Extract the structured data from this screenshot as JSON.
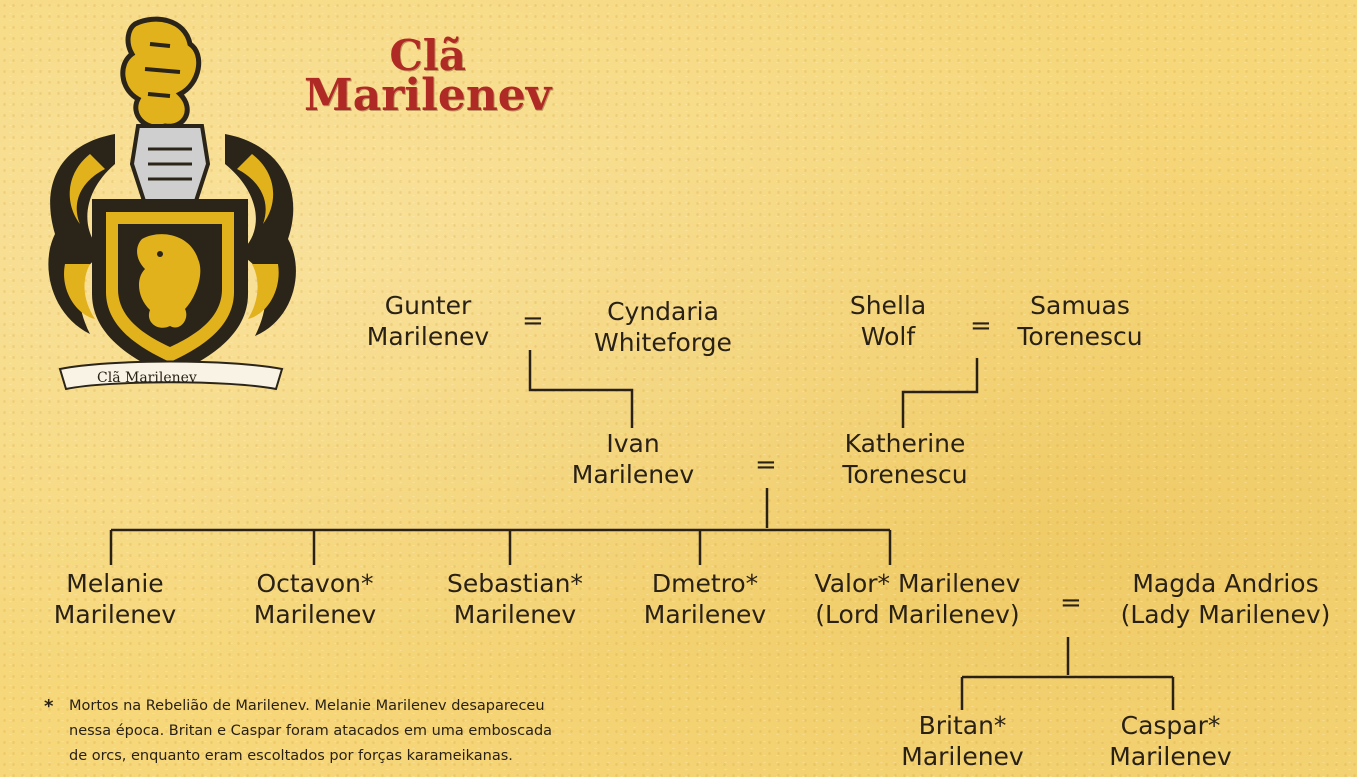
{
  "title": {
    "line1": "Clã",
    "line2": "Marilenev"
  },
  "crest": {
    "motto": "Clã Marilenev"
  },
  "tree": {
    "gen1": {
      "gunter": {
        "first": "Gunter",
        "last": "Marilenev"
      },
      "cyndaria": {
        "first": "Cyndaria",
        "last": "Whiteforge"
      },
      "shella": {
        "first": "Shella",
        "last": "Wolf"
      },
      "samuas": {
        "first": "Samuas",
        "last": "Torenescu"
      }
    },
    "gen2": {
      "ivan": {
        "first": "Ivan",
        "last": "Marilenev"
      },
      "katherine": {
        "first": "Katherine",
        "last": "Torenescu"
      }
    },
    "gen3": {
      "melanie": {
        "first": "Melanie",
        "last": "Marilenev"
      },
      "octavon": {
        "first": "Octavon*",
        "last": "Marilenev"
      },
      "sebastian": {
        "first": "Sebastian*",
        "last": "Marilenev"
      },
      "dmetro": {
        "first": "Dmetro*",
        "last": "Marilenev"
      },
      "valor": {
        "first": "Valor* Marilenev",
        "last": "(Lord Marilenev)"
      },
      "magda": {
        "first": "Magda Andrios",
        "last": "(Lady Marilenev)"
      }
    },
    "gen4": {
      "britan": {
        "first": "Britan*",
        "last": "Marilenev"
      },
      "caspar": {
        "first": "Caspar*",
        "last": "Marilenev"
      }
    },
    "marriage_symbol": "="
  },
  "footnote": {
    "marker": "*",
    "lines": [
      "Mortos na Rebelião de Marilenev. Melanie Marilenev desapareceu",
      "nessa época. Britan e Caspar foram atacados em uma emboscada",
      "de orcs, enquanto eram escoltados por forças karameikanas."
    ]
  },
  "colors": {
    "parchment": "#f6d77a",
    "title": "#b02a25",
    "ink": "#2a2116",
    "crest_gold": "#e2b21c"
  }
}
